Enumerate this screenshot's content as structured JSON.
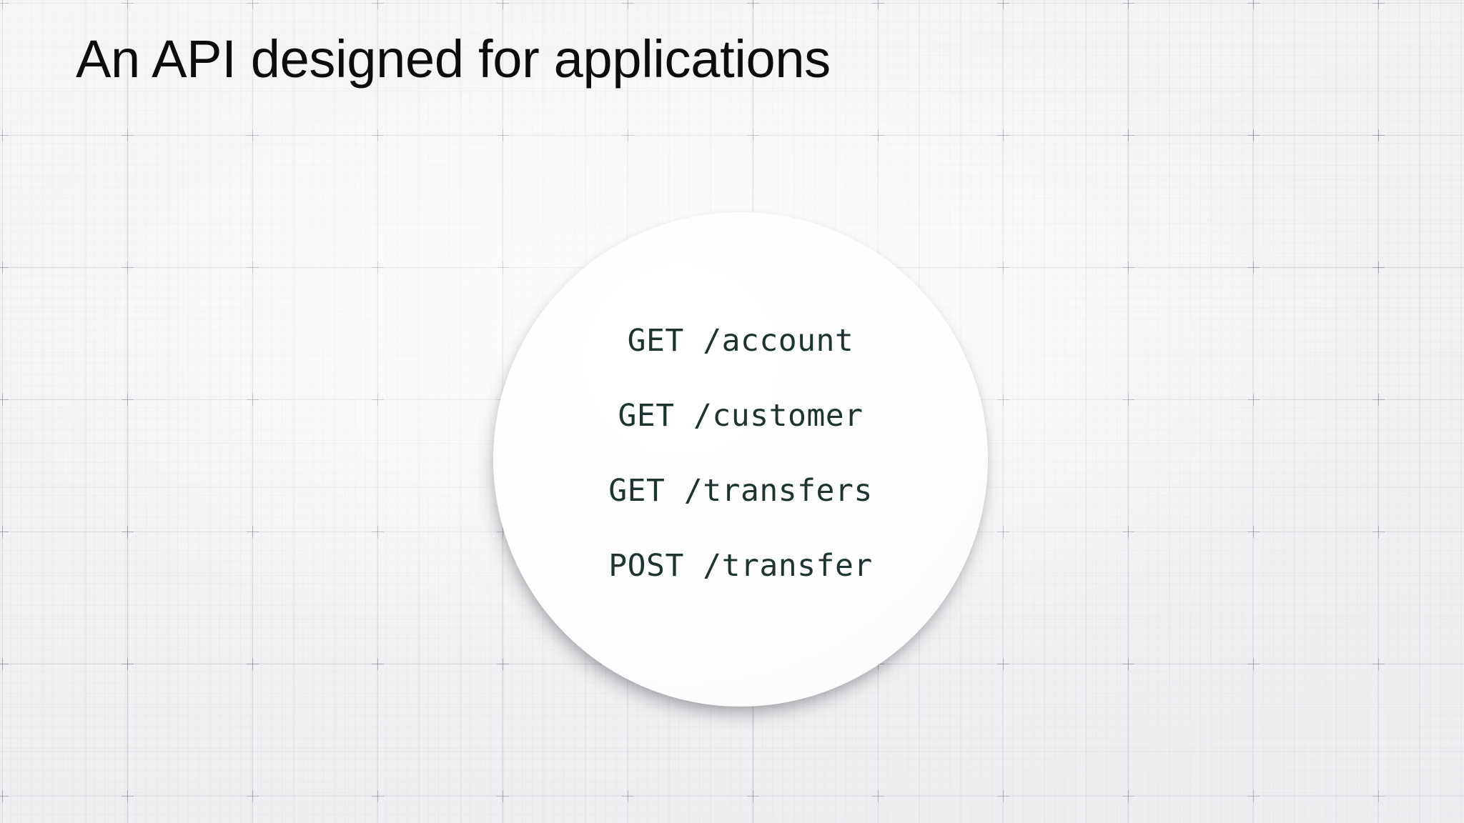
{
  "slide": {
    "title": "An API designed for applications",
    "background": {
      "style": "graph-paper",
      "base_color": "#f3f3f4",
      "grid_line_color": "#6a6a7d",
      "crosshair_color": "#606070"
    },
    "bubble": {
      "shape": "circle",
      "fill_color": "#ffffff",
      "text_color": "#1d3431",
      "endpoints": [
        {
          "method": "GET",
          "path": "/account",
          "label": "GET /account"
        },
        {
          "method": "GET",
          "path": "/customer",
          "label": "GET /customer"
        },
        {
          "method": "GET",
          "path": "/transfers",
          "label": "GET /transfers"
        },
        {
          "method": "POST",
          "path": "/transfer",
          "label": "POST /transfer"
        }
      ]
    }
  }
}
